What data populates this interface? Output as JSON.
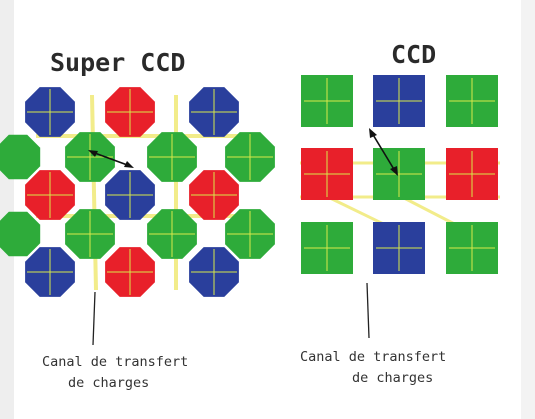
{
  "left_panel": {
    "title": "Super CCD",
    "caption_line1": "Canal de transfert",
    "caption_line2": "de charges"
  },
  "right_panel": {
    "title": "CCD",
    "caption_line1": "Canal de transfert",
    "caption_line2": "de charges"
  },
  "colors": {
    "red": "#e8202a",
    "green": "#2eab3a",
    "blue": "#2a3f9c",
    "cross": "#d8e84a",
    "channel": "#f2ec8a"
  },
  "super_ccd_pixels": [
    [
      "blue",
      "red",
      "blue"
    ],
    [
      "green",
      "green",
      "green"
    ],
    [
      "red",
      "blue",
      "red"
    ],
    [
      "green",
      "green",
      "green"
    ],
    [
      "blue",
      "red",
      "blue"
    ]
  ],
  "ccd_pixels": [
    [
      "green",
      "blue",
      "green"
    ],
    [
      "red",
      "green",
      "red"
    ],
    [
      "green",
      "blue",
      "green"
    ]
  ]
}
